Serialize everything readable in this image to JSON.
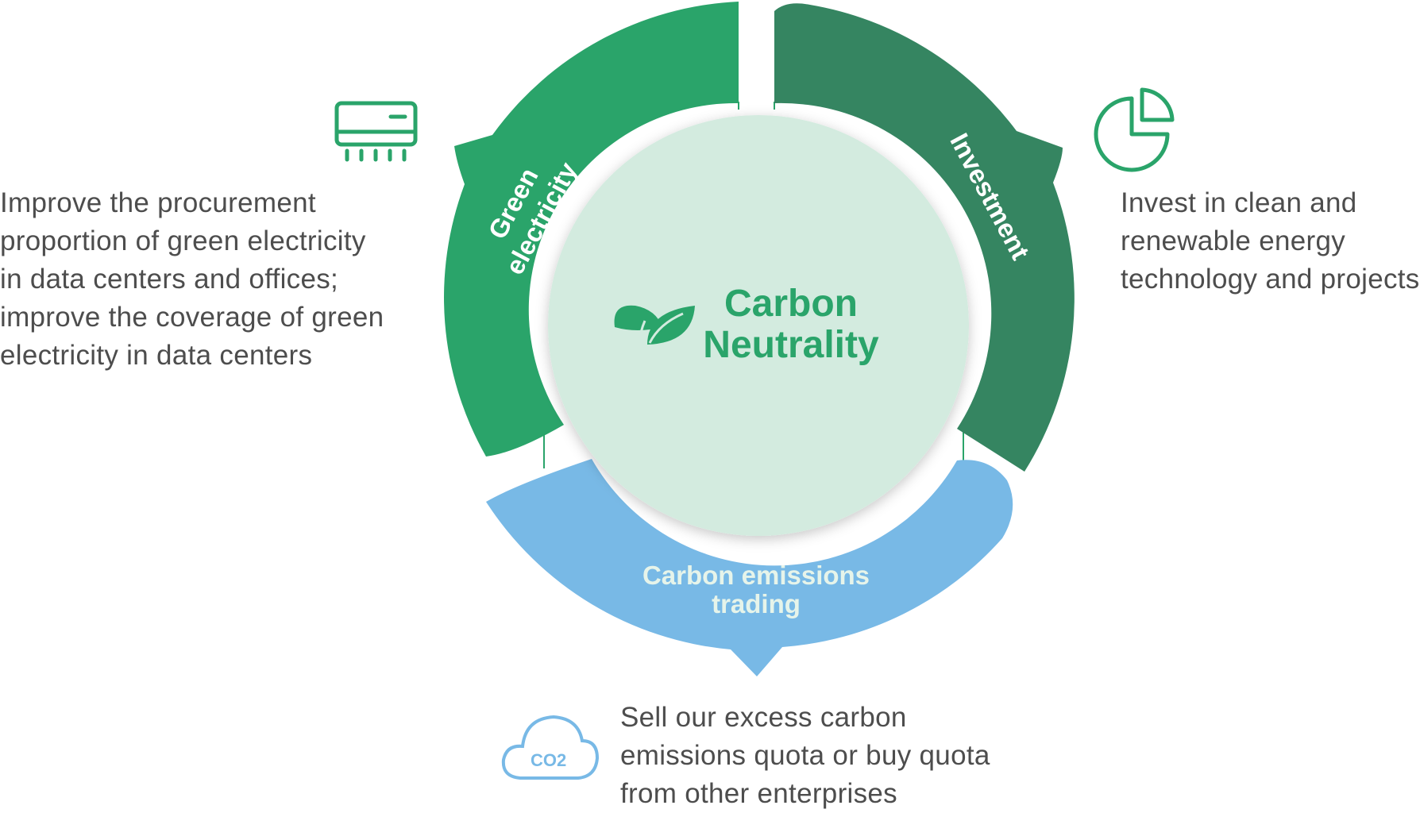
{
  "center": {
    "title_line1": "Carbon",
    "title_line2": "Neutrality",
    "icon": "leaf-icon"
  },
  "segments": {
    "green_electricity": {
      "line1": "Green",
      "line2": "electricity",
      "icon": "air-conditioner-icon",
      "description": [
        "Improve the procurement",
        "proportion of green electricity",
        "in data centers and offices;",
        "improve the coverage of green",
        "electricity in data centers"
      ]
    },
    "investment": {
      "label": "Investment",
      "icon": "pie-chart-icon",
      "description": [
        "Invest in clean and",
        "renewable energy",
        "technology and projects"
      ]
    },
    "trading": {
      "line1": "Carbon emissions",
      "line2": "trading",
      "icon": "co2-cloud-icon",
      "icon_text": "CO2",
      "description": [
        "Sell our excess carbon",
        "emissions quota or buy quota",
        "from other enterprises"
      ]
    }
  },
  "colors": {
    "green_segment": "#2aa46a",
    "investment_segment": "#358561",
    "trading_segment": "#78b9e6",
    "center_fill": "#d3ebdf",
    "center_text": "#2aa46a",
    "icon_green": "#2aa46a",
    "icon_blue": "#78b9e6"
  }
}
